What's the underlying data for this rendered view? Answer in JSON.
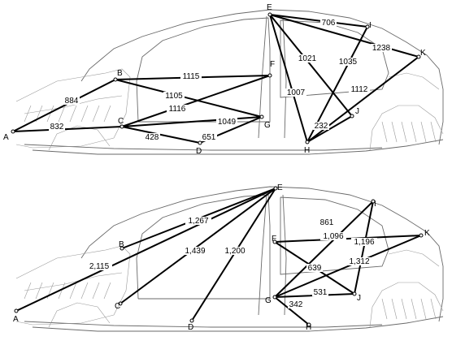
{
  "diagrams": [
    {
      "points": [
        {
          "id": "A",
          "label": "A"
        },
        {
          "id": "B",
          "label": "B"
        },
        {
          "id": "C",
          "label": "C"
        },
        {
          "id": "D",
          "label": "D"
        },
        {
          "id": "E",
          "label": "E"
        },
        {
          "id": "F",
          "label": "F"
        },
        {
          "id": "G",
          "label": "G"
        },
        {
          "id": "H",
          "label": "H"
        },
        {
          "id": "I",
          "label": "I"
        },
        {
          "id": "J",
          "label": "J"
        },
        {
          "id": "K",
          "label": "K"
        }
      ],
      "measurements": [
        {
          "from": "E",
          "to": "I",
          "value": "706"
        },
        {
          "from": "E",
          "to": "K",
          "value": "1238"
        },
        {
          "from": "E",
          "to": "J",
          "value": "1021"
        },
        {
          "from": "E",
          "to": "H",
          "value": "1007"
        },
        {
          "from": "I",
          "to": "H",
          "value": "1035"
        },
        {
          "from": "K",
          "to": "H",
          "value": "1112"
        },
        {
          "from": "J",
          "to": "H",
          "value": "232"
        },
        {
          "from": "B",
          "to": "F",
          "value": "1115"
        },
        {
          "from": "B",
          "to": "G",
          "value": "1105"
        },
        {
          "from": "C",
          "to": "F",
          "value": "1116"
        },
        {
          "from": "C",
          "to": "G",
          "value": "1049"
        },
        {
          "from": "A",
          "to": "B",
          "value": "884"
        },
        {
          "from": "A",
          "to": "C",
          "value": "832"
        },
        {
          "from": "C",
          "to": "D",
          "value": "428"
        },
        {
          "from": "D",
          "to": "G",
          "value": "651"
        }
      ]
    },
    {
      "points": [
        {
          "id": "A",
          "label": "A"
        },
        {
          "id": "B",
          "label": "B"
        },
        {
          "id": "C",
          "label": "C"
        },
        {
          "id": "D",
          "label": "D"
        },
        {
          "id": "E",
          "label": "E"
        },
        {
          "id": "F",
          "label": "F"
        },
        {
          "id": "G",
          "label": "G"
        },
        {
          "id": "H",
          "label": "H"
        },
        {
          "id": "I",
          "label": "I"
        },
        {
          "id": "J",
          "label": "J"
        },
        {
          "id": "K",
          "label": "K"
        }
      ],
      "measurements": [
        {
          "from": "E",
          "to": "B",
          "value": "1,267"
        },
        {
          "from": "E",
          "to": "A",
          "value": "2,115"
        },
        {
          "from": "E",
          "to": "C",
          "value": "1,439"
        },
        {
          "from": "E",
          "to": "D",
          "value": "1,200"
        },
        {
          "from": "I",
          "to": "G",
          "value": "861"
        },
        {
          "from": "I",
          "to": "J",
          "value": "1,096"
        },
        {
          "from": "F",
          "to": "K",
          "value": "1,196"
        },
        {
          "from": "F",
          "to": "J",
          "value": "639"
        },
        {
          "from": "G",
          "to": "K",
          "value": "1,312"
        },
        {
          "from": "G",
          "to": "J",
          "value": "531"
        },
        {
          "from": "G",
          "to": "H",
          "value": "342"
        }
      ]
    }
  ]
}
